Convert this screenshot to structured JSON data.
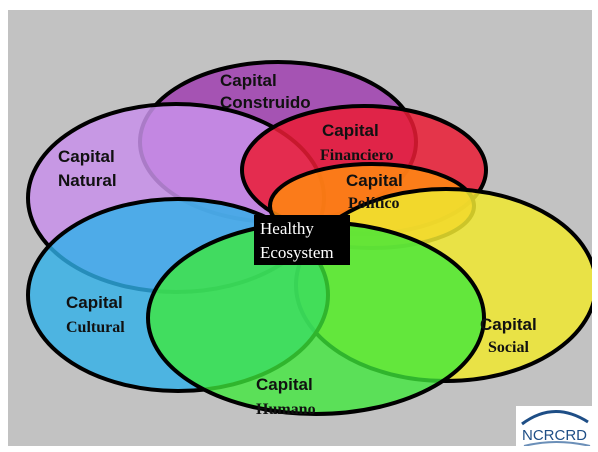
{
  "circles": [
    {
      "id": "construido",
      "line1": "Capital",
      "line2": "Construido",
      "color": "#a040b0"
    },
    {
      "id": "natural",
      "line1": "Capital",
      "line2": "Natural",
      "color": "#c78ee9"
    },
    {
      "id": "financiero",
      "line1": "Capital",
      "line2": "Financiero",
      "color": "#ea1c35"
    },
    {
      "id": "politico",
      "line1": "Capital",
      "line2": "Político",
      "color": "#ff8a10"
    },
    {
      "id": "social",
      "line1": "Capital",
      "line2": "Social",
      "color": "#f0e830"
    },
    {
      "id": "cultural",
      "line1": "Capital",
      "line2": "Cultural",
      "color": "#30b0e8"
    },
    {
      "id": "humano",
      "line1": "Capital",
      "line2": "Humano",
      "color": "#3ee83a"
    }
  ],
  "center": {
    "line1": "Healthy",
    "line2": "Ecosystem"
  },
  "logo": {
    "text": "NCRCRD"
  },
  "colors": {
    "background": "#c2c2c2",
    "outline": "#000000",
    "center_box": "#000000"
  }
}
